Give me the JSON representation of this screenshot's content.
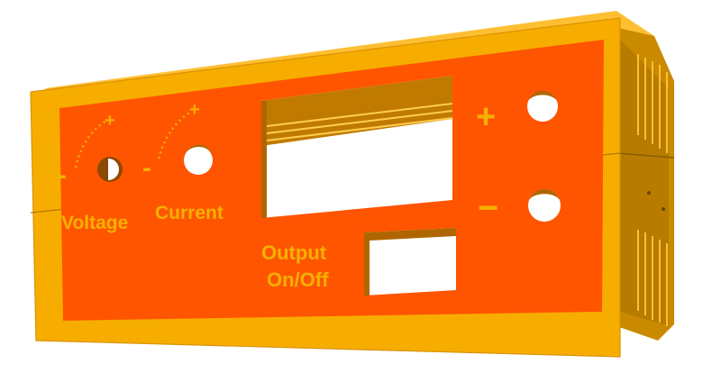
{
  "labels": {
    "voltage": "Voltage",
    "current": "Current",
    "output_line1": "Output",
    "output_line2": "On/Off",
    "plus": "+",
    "minus": "−",
    "dash": "-"
  },
  "colors": {
    "face": "#ff5500",
    "frame": "#f7ad00",
    "frame_top": "#ffbf33",
    "frame_side": "#c98a00",
    "frame_side_dark": "#a86f00",
    "inner_shadow": "#b96d00",
    "text": "#f5b100",
    "background": "#ffffff"
  }
}
